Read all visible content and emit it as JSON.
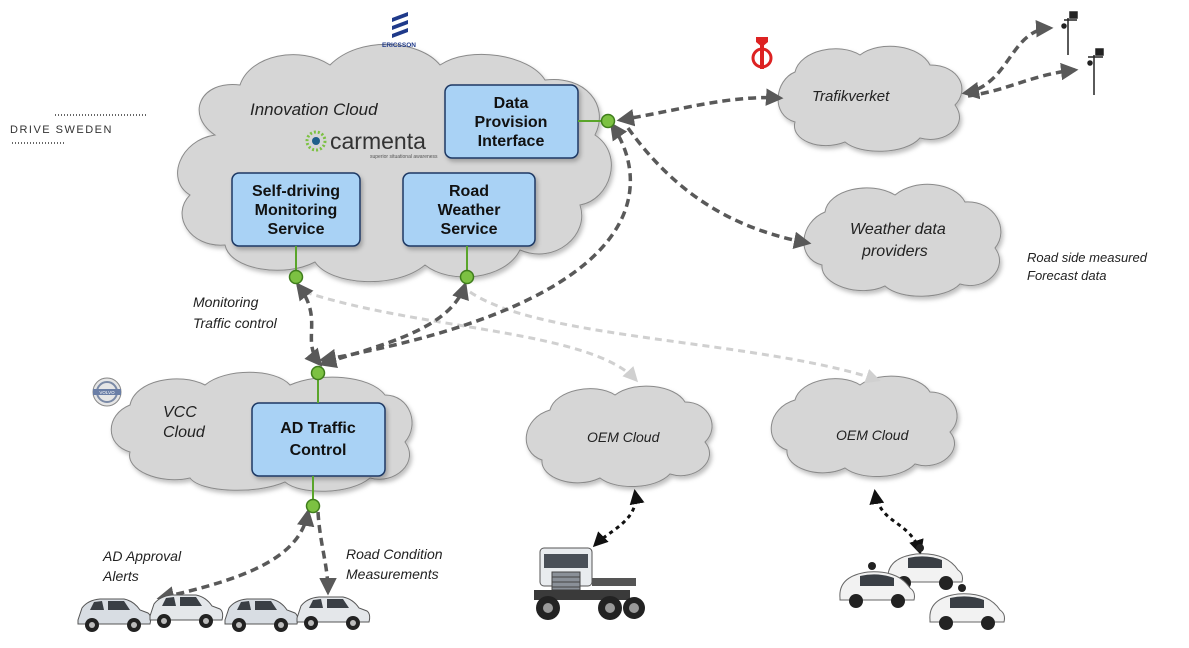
{
  "logos": {
    "ericsson": "ERICSSON",
    "drive_sweden": "DRIVE SWEDEN",
    "carmenta": "carmenta",
    "carmenta_tagline": "superior situational awareness",
    "volvo": "VOLVO"
  },
  "clouds": {
    "innovation": "Innovation Cloud",
    "trafikverket": "Trafikverket",
    "weather_line1": "Weather data",
    "weather_line2": "providers",
    "vcc_line1": "VCC",
    "vcc_line2": "Cloud",
    "oem1": "OEM Cloud",
    "oem2": "OEM Cloud"
  },
  "boxes": {
    "data_provision": [
      "Data",
      "Provision",
      "Interface"
    ],
    "self_driving": [
      "Self-driving",
      "Monitoring",
      "Service"
    ],
    "road_weather": [
      "Road",
      "Weather",
      "Service"
    ],
    "ad_traffic": [
      "AD Traffic",
      "Control"
    ]
  },
  "labels": {
    "road_side_line1": "Road side measured",
    "road_side_line2": "Forecast data",
    "monitoring_line1": "Monitoring",
    "monitoring_line2": "Traffic control",
    "ad_approval_line1": "AD Approval",
    "ad_approval_line2": "Alerts",
    "road_condition_line1": "Road Condition",
    "road_condition_line2": "Measurements"
  },
  "colors": {
    "cloud_fill": "#d6d6d6",
    "box_fill": "#a9d2f5",
    "box_stroke": "#1f3864",
    "connector_green": "#5aa52a",
    "arrow_dark": "#595959",
    "arrow_light": "#d0d0d0"
  }
}
